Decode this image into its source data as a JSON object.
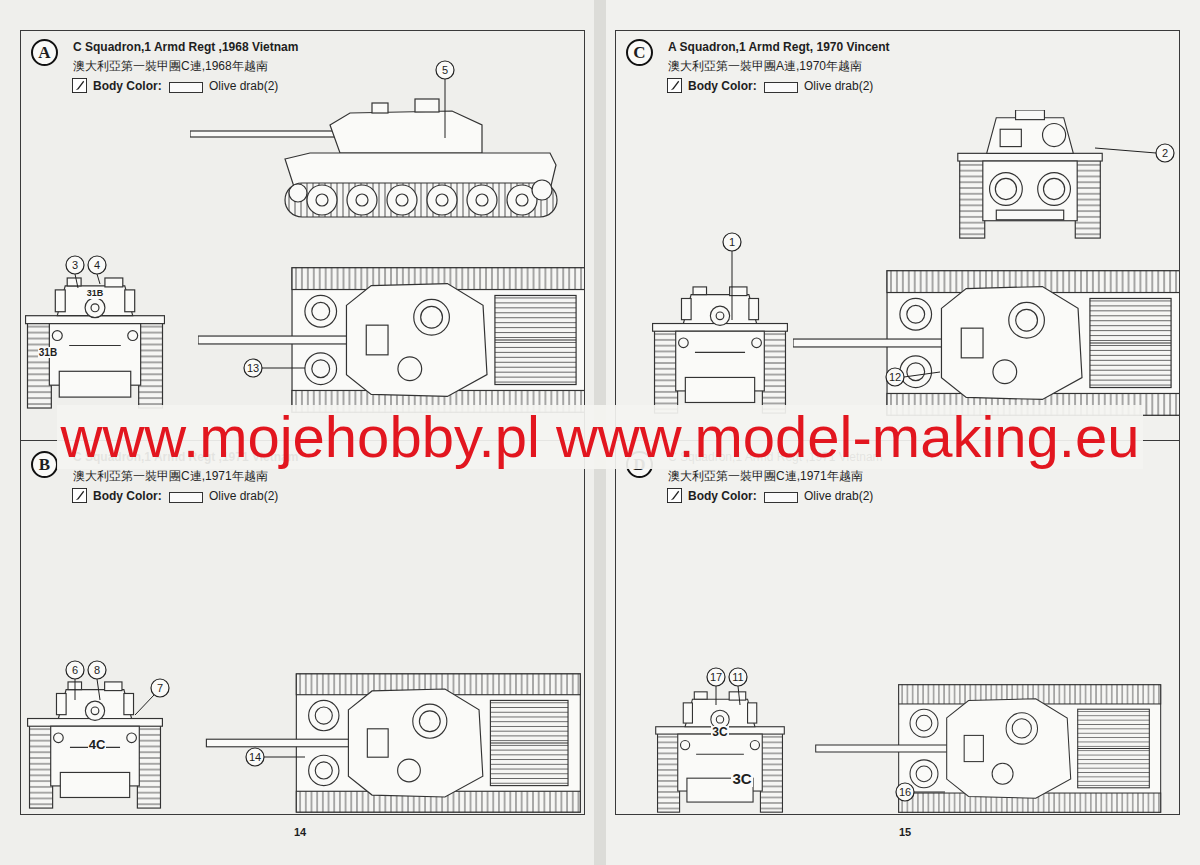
{
  "diagram": {
    "nodes": [
      {
        "text": [
          "C Squadron,1 Armd Regt ,1968 Vietnam",
          "澳大利亞第一裝甲團C連,1968年越南",
          "Body Color:",
          "Olive drab(2)"
        ]
      },
      {
        "text": [
          "A"
        ],
        "in": 0
      },
      {
        "text": [
          "C Squadron,1 Armd Regt ,1971 Vietnam",
          "澳大利亞第一裝甲團C連,1971年越南",
          "Body Color:",
          "Olive drab(2)"
        ]
      },
      {
        "text": [
          "B"
        ],
        "in": 2
      },
      {
        "text": [
          "A Squadron,1 Armd Regt, 1970 Vincent",
          "澳大利亞第一裝甲團A連,1970年越南",
          "Body Color:",
          "Olive drab(2)"
        ]
      },
      {
        "text": [
          "C"
        ],
        "in": 4
      },
      {
        "text": [
          "C Squadron,1 Armd Regt ,1971 Vietnam",
          "澳大利亞第一裝甲團C連,1971年越南",
          "Body Color:",
          "Olive drab(2)"
        ]
      },
      {
        "text": [
          "D"
        ],
        "in": 6
      }
    ],
    "labels": [
      "5",
      "3",
      "4",
      "31B",
      "31B",
      "13",
      "2",
      "1",
      "12",
      "6",
      "8",
      "7",
      "4C",
      "14",
      "17",
      "11",
      "3C",
      "3C",
      "16",
      "www.mojehobby.pl www.model-making.eu",
      "14",
      "15"
    ]
  }
}
